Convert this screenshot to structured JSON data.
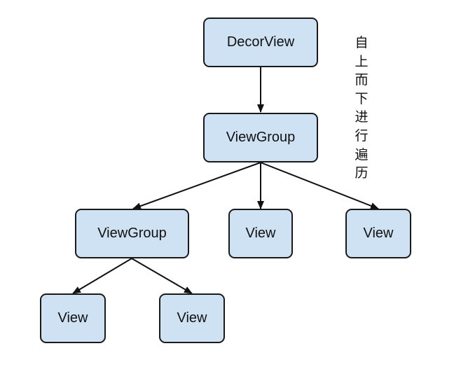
{
  "nodes": {
    "root": "DecorView",
    "level1": "ViewGroup",
    "level2_group": "ViewGroup",
    "level2_view_a": "View",
    "level2_view_b": "View",
    "level3_view_a": "View",
    "level3_view_b": "View"
  },
  "side_note": "自上而下进行遍历",
  "colors": {
    "node_fill": "#cfe2f3",
    "node_border": "#1a1a1a",
    "edge": "#111111",
    "background": "#ffffff"
  },
  "edges": [
    [
      "root",
      "level1"
    ],
    [
      "level1",
      "level2_group"
    ],
    [
      "level1",
      "level2_view_a"
    ],
    [
      "level1",
      "level2_view_b"
    ],
    [
      "level2_group",
      "level3_view_a"
    ],
    [
      "level2_group",
      "level3_view_b"
    ]
  ]
}
